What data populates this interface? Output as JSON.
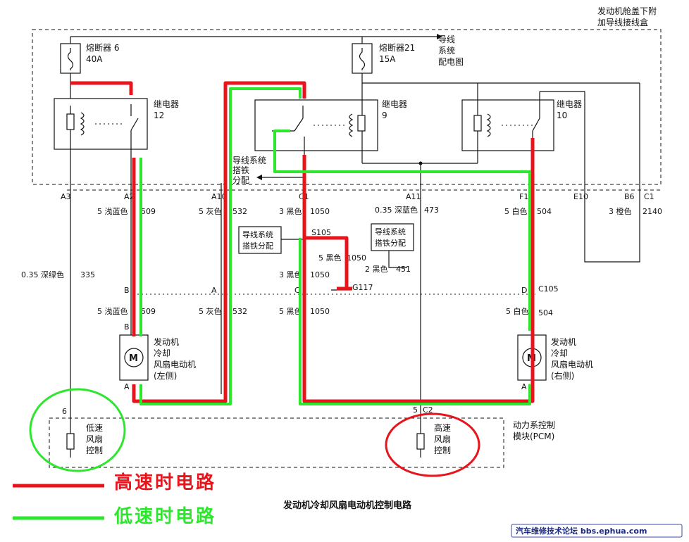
{
  "title": "发动机冷却风扇电动机控制电路",
  "watermark": "汽车维修技术论坛 bbs.ephua.com",
  "legend": {
    "high": {
      "label": "高速时电路",
      "color": "#e8141c"
    },
    "low": {
      "label": "低速时电路",
      "color": "#2ee62e"
    }
  },
  "enclosure": {
    "line1": "发动机舱盖下附",
    "line2": "加导线接线盒"
  },
  "fuses": {
    "f6": {
      "name": "熔断器 6",
      "rating": "40A"
    },
    "f21": {
      "name": "熔断器21",
      "rating": "15A"
    }
  },
  "wiring_ref": {
    "l1": "导线",
    "l2": "系统",
    "l3": "配电图"
  },
  "relays": {
    "r12": {
      "label": "继电器",
      "num": "12"
    },
    "r9": {
      "label": "继电器",
      "num": "9"
    },
    "r10": {
      "label": "继电器",
      "num": "10"
    }
  },
  "ground_dist": {
    "l1": "导线系统",
    "l2": "搭铁",
    "l3": "分配"
  },
  "ground_box1": {
    "l1": "导线系统",
    "l2": "搭铁分配"
  },
  "ground_box2": {
    "l1": "导线系统",
    "l2": "搭铁分配"
  },
  "connectors": {
    "a3": "A3",
    "a2": "A2",
    "a10": "A10",
    "c1": "C1",
    "a11": "A11",
    "f12": "F12",
    "e10": "E10",
    "b6": "B6",
    "c1r": "C1",
    "s105": "S105",
    "g117": "G117",
    "c105": "C105",
    "c2": "C2"
  },
  "wires": {
    "w_a2": {
      "color": "5 浅蓝色",
      "num": "509"
    },
    "w_a10": {
      "color": "5 灰色",
      "num": "532"
    },
    "w_c1": {
      "color": "3 黑色",
      "num": "1050"
    },
    "w_a11": {
      "color": "0.35 深蓝色",
      "num": "473"
    },
    "w_f12": {
      "color": "5 白色",
      "num": "504"
    },
    "w_b6": {
      "color": "3 橙色",
      "num": "2140"
    },
    "w_a3": {
      "color": "0.35 深绿色",
      "num": "335"
    },
    "w_s1": {
      "color": "5 黑色",
      "num": "1050"
    },
    "w_s2": {
      "color": "3 黑色",
      "num": "1050"
    },
    "w_g": {
      "color": "2 黑色",
      "num": "451"
    },
    "w_b2": {
      "color": "5 浅蓝色",
      "num": "509"
    },
    "w_a2b": {
      "color": "5 灰色",
      "num": "532"
    },
    "w_c2": {
      "color": "5 黑色",
      "num": "1050"
    },
    "w_d2": {
      "color": "5 白色",
      "num": "504"
    }
  },
  "pins": {
    "b": "B",
    "a": "A",
    "c": "C",
    "d": "D",
    "six": "6",
    "five": "5"
  },
  "motor_left": {
    "l1": "发动机",
    "l2": "冷却",
    "l3": "风扇电动机",
    "l4": "(左侧)"
  },
  "motor_right": {
    "l1": "发动机",
    "l2": "冷却",
    "l3": "风扇电动机",
    "l4": "(右侧)"
  },
  "motor_symbol": "M",
  "low_ctrl": {
    "l1": "低速",
    "l2": "风扇",
    "l3": "控制"
  },
  "high_ctrl": {
    "l1": "高速",
    "l2": "风扇",
    "l3": "控制"
  },
  "pcm": {
    "l1": "动力系控制",
    "l2": "模块(PCM)"
  }
}
